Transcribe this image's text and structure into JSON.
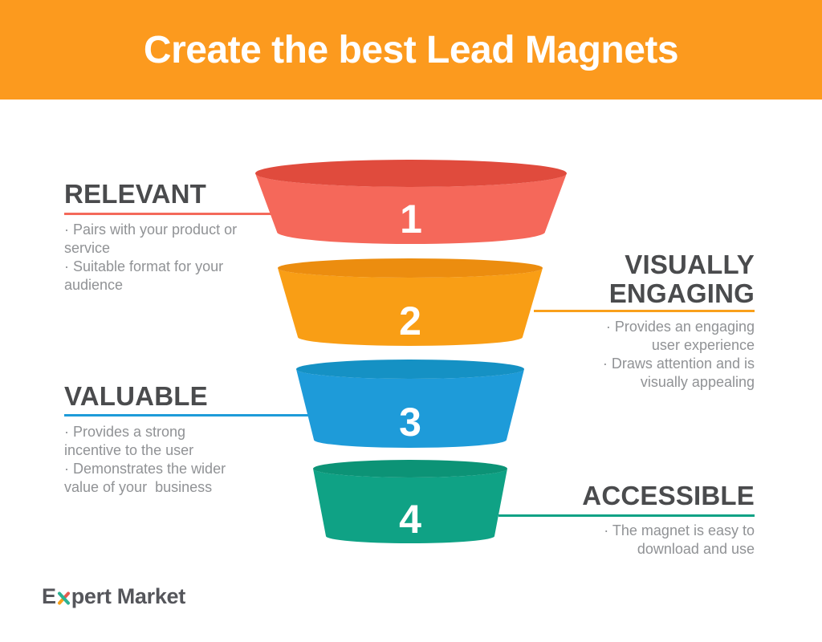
{
  "header": {
    "title": "Create the best Lead Magnets",
    "bg": "#FC9A1E",
    "text_color": "#FFFFFF"
  },
  "funnel": {
    "number_color": "#FFFFFF",
    "segments": [
      {
        "number": "1",
        "body_color": "#F5685A",
        "top_color": "#E04B3D"
      },
      {
        "number": "2",
        "body_color": "#F99E15",
        "top_color": "#EC8D0F"
      },
      {
        "number": "3",
        "body_color": "#1E9BD9",
        "top_color": "#1591C4"
      },
      {
        "number": "4",
        "body_color": "#0FA285",
        "top_color": "#0C9376"
      }
    ]
  },
  "sections": [
    {
      "title": "RELEVANT",
      "accent": "#F4695B",
      "bullets": "· Pairs with your product or service\n· Suitable format for your audience"
    },
    {
      "title": "VISUALLY ENGAGING",
      "accent": "#F9A01B",
      "bullets": "· Provides an engaging user experience\n· Draws attention and is visually appealing"
    },
    {
      "title": "VALUABLE",
      "accent": "#1E9BD9",
      "bullets": "· Provides a strong incentive to the user\n· Demonstrates the wider value of your  business"
    },
    {
      "title": "ACCESSIBLE",
      "accent": "#0FA285",
      "bullets": "· The magnet is easy to download and use"
    }
  ],
  "text_colors": {
    "heading": "#4A4B4D",
    "bullet": "#909295"
  },
  "logo": {
    "prefix": "E",
    "suffix": "pert Market",
    "text_color": "#55565B",
    "x_colors": {
      "orange": "#F7A01B",
      "red": "#E85A4E",
      "teal": "#2BB293"
    }
  }
}
